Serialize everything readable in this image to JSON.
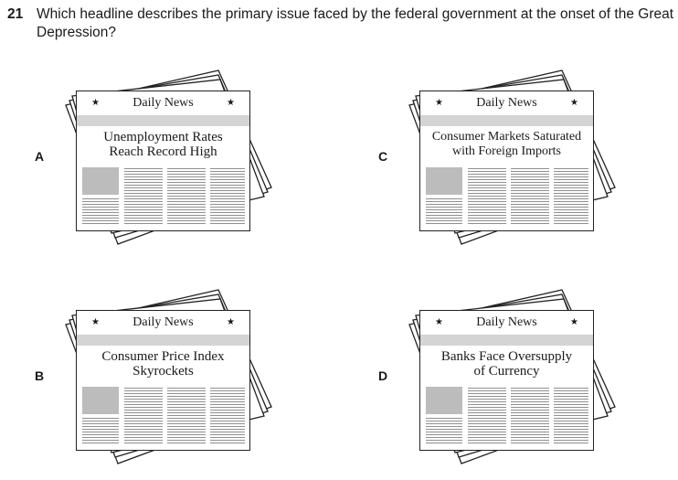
{
  "question": {
    "number": "21",
    "text": "Which headline describes the primary issue faced by the federal government at the onset of the Great Depression?"
  },
  "options": [
    {
      "letter": "A",
      "masthead": "Daily News",
      "headline_line1": "Unemployment Rates",
      "headline_line2": "Reach Record High"
    },
    {
      "letter": "B",
      "masthead": "Daily News",
      "headline_line1": "Consumer Price Index",
      "headline_line2": "Skyrockets"
    },
    {
      "letter": "C",
      "masthead": "Daily News",
      "headline_line1": "Consumer Markets Saturated",
      "headline_line2": "with Foreign Imports"
    },
    {
      "letter": "D",
      "masthead": "Daily News",
      "headline_line1": "Banks Face Oversupply",
      "headline_line2": "of Currency"
    }
  ],
  "star_glyph": "★"
}
